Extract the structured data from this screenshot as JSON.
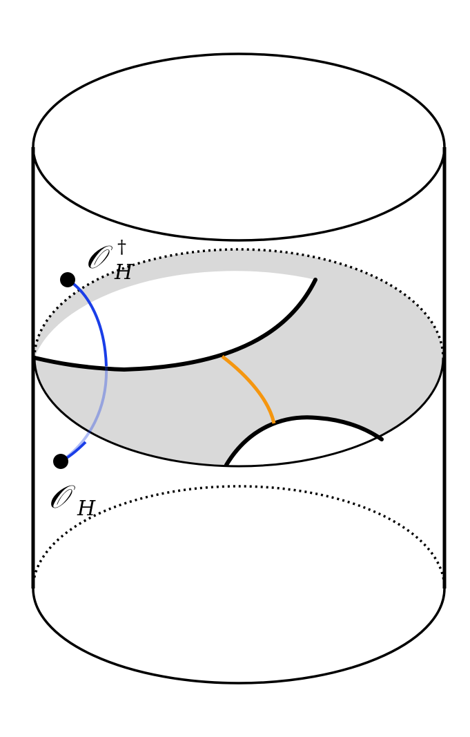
{
  "diagram": {
    "labels": {
      "op_dagger": {
        "main": "𝒪",
        "sub": "H",
        "sup": "†"
      },
      "op": {
        "main": "𝒪",
        "sub": "H"
      }
    },
    "colors": {
      "outline": "#000000",
      "slice_fill": "#d9d9d9",
      "blue_curve": "#1a3ee8",
      "orange_curve": "#f5960f",
      "background": "#ffffff"
    }
  }
}
